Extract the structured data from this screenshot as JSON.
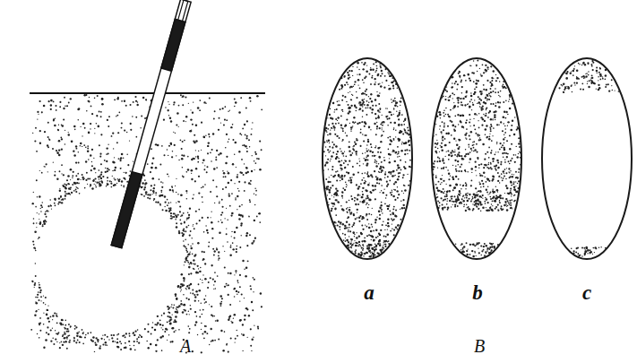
{
  "diagram": {
    "labels": [
      "a",
      "b",
      "c",
      "A",
      "B"
    ]
  }
}
